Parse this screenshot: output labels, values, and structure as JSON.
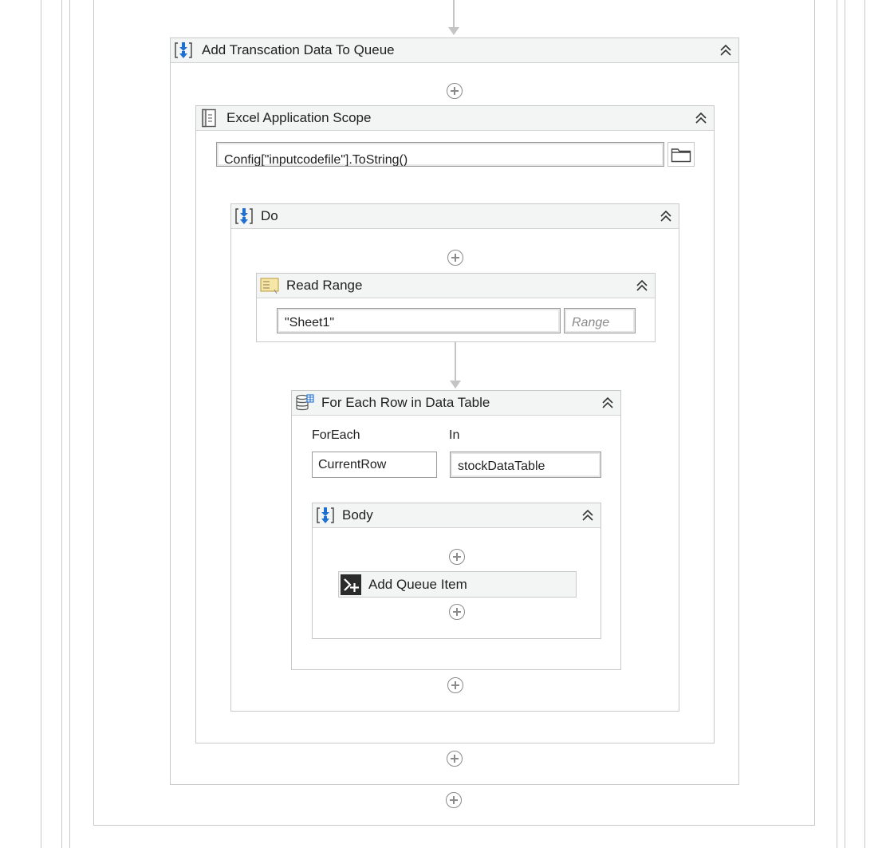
{
  "workflow": {
    "queue_sequence": {
      "title": "Add Transcation Data To Queue",
      "icon": "sequence-icon"
    },
    "excel_scope": {
      "title": "Excel Application Scope",
      "icon": "excel-scope-icon",
      "path_value": "Config[\"inputcodefile\"].ToString()",
      "browse_icon": "folder-icon"
    },
    "do_sequence": {
      "title": "Do",
      "icon": "sequence-icon"
    },
    "read_range": {
      "title": "Read Range",
      "icon": "read-range-icon",
      "sheet_value": "\"Sheet1\"",
      "range_placeholder": "Range"
    },
    "for_each_row": {
      "title": "For Each Row in Data Table",
      "icon": "data-table-icon",
      "foreach_label": "ForEach",
      "in_label": "In",
      "foreach_value": "CurrentRow",
      "in_value": "stockDataTable"
    },
    "body_sequence": {
      "title": "Body",
      "icon": "sequence-icon"
    },
    "add_queue_item": {
      "title": "Add Queue Item",
      "icon": "add-queue-item-icon"
    },
    "collapse_icon": "collapse-up-icon",
    "add_activity_icon": "plus-circle-icon"
  },
  "colors": {
    "header_bg": "#f3f4f4",
    "border": "#c9c9c9",
    "connector": "#c4c4c4",
    "icon_blue": "#1f6fd1"
  }
}
